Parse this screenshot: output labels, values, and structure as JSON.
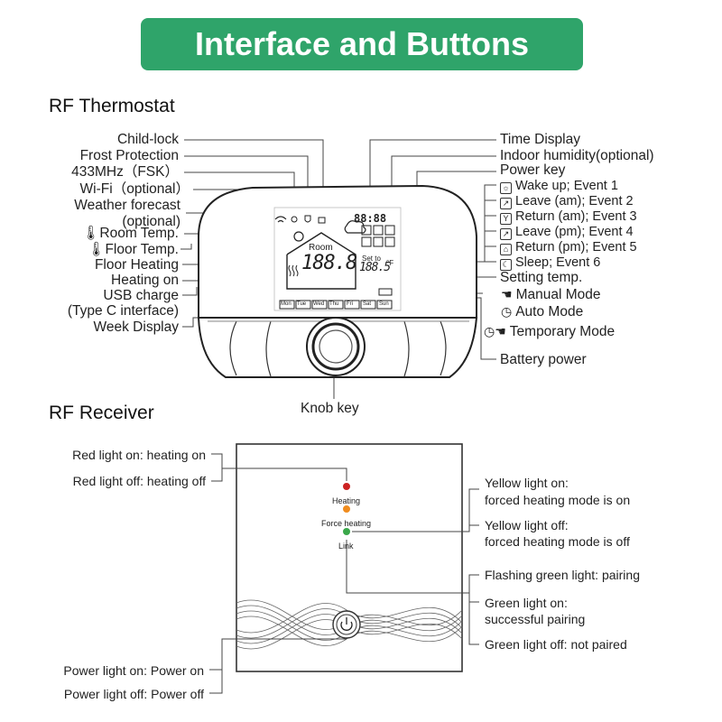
{
  "banner": "Interface and Buttons",
  "thermostat": {
    "title": "RF Thermostat",
    "left_labels": [
      "Child-lock",
      "Frost Protection",
      "433MHz（FSK）",
      "Wi-Fi（optional）",
      "Weather forecast",
      "(optional)",
      "Room Temp.",
      "Floor Temp.",
      "Floor Heating",
      "Heating on",
      "USB charge",
      "(Type C interface)",
      "Week Display"
    ],
    "right_labels": [
      "Time Display",
      "Indoor humidity(optional)",
      "Power key",
      "Setting temp.",
      "Battery power"
    ],
    "events": [
      "Wake up; Event 1",
      "Leave (am); Event 2",
      "Return (am); Event 3",
      "Leave (pm); Event 4",
      "Return (pm); Event 5",
      "Sleep; Event 6"
    ],
    "modes": [
      "Manual Mode",
      "Auto Mode",
      "Temporary Mode"
    ],
    "knob": "Knob key",
    "screen": {
      "time": "88:88",
      "room": "Room",
      "temp": "188.8",
      "set_to": "Set to",
      "set_temp": "188.5",
      "unit": "°F",
      "days": [
        "Mon",
        "Tue",
        "Wed",
        "Thu",
        "Fri",
        "Sat",
        "Sun"
      ]
    }
  },
  "receiver": {
    "title": "RF Receiver",
    "left_labels": [
      "Red light on: heating on",
      "Red light off: heating off",
      "Power light on: Power on",
      "Power light off: Power off"
    ],
    "right_labels": [
      "Yellow light on:",
      "forced heating mode is on",
      "Yellow light off:",
      "forced heating mode is off",
      "Flashing green light: pairing",
      "Green light on:",
      "successful pairing",
      "Green light off: not paired"
    ],
    "leds": [
      "Heating",
      "Force heating",
      "Link"
    ],
    "colors": {
      "red": "#cc2222",
      "yellow": "#f08c1e",
      "green": "#3aa84a"
    }
  },
  "colors": {
    "banner": "#2fa46a"
  }
}
